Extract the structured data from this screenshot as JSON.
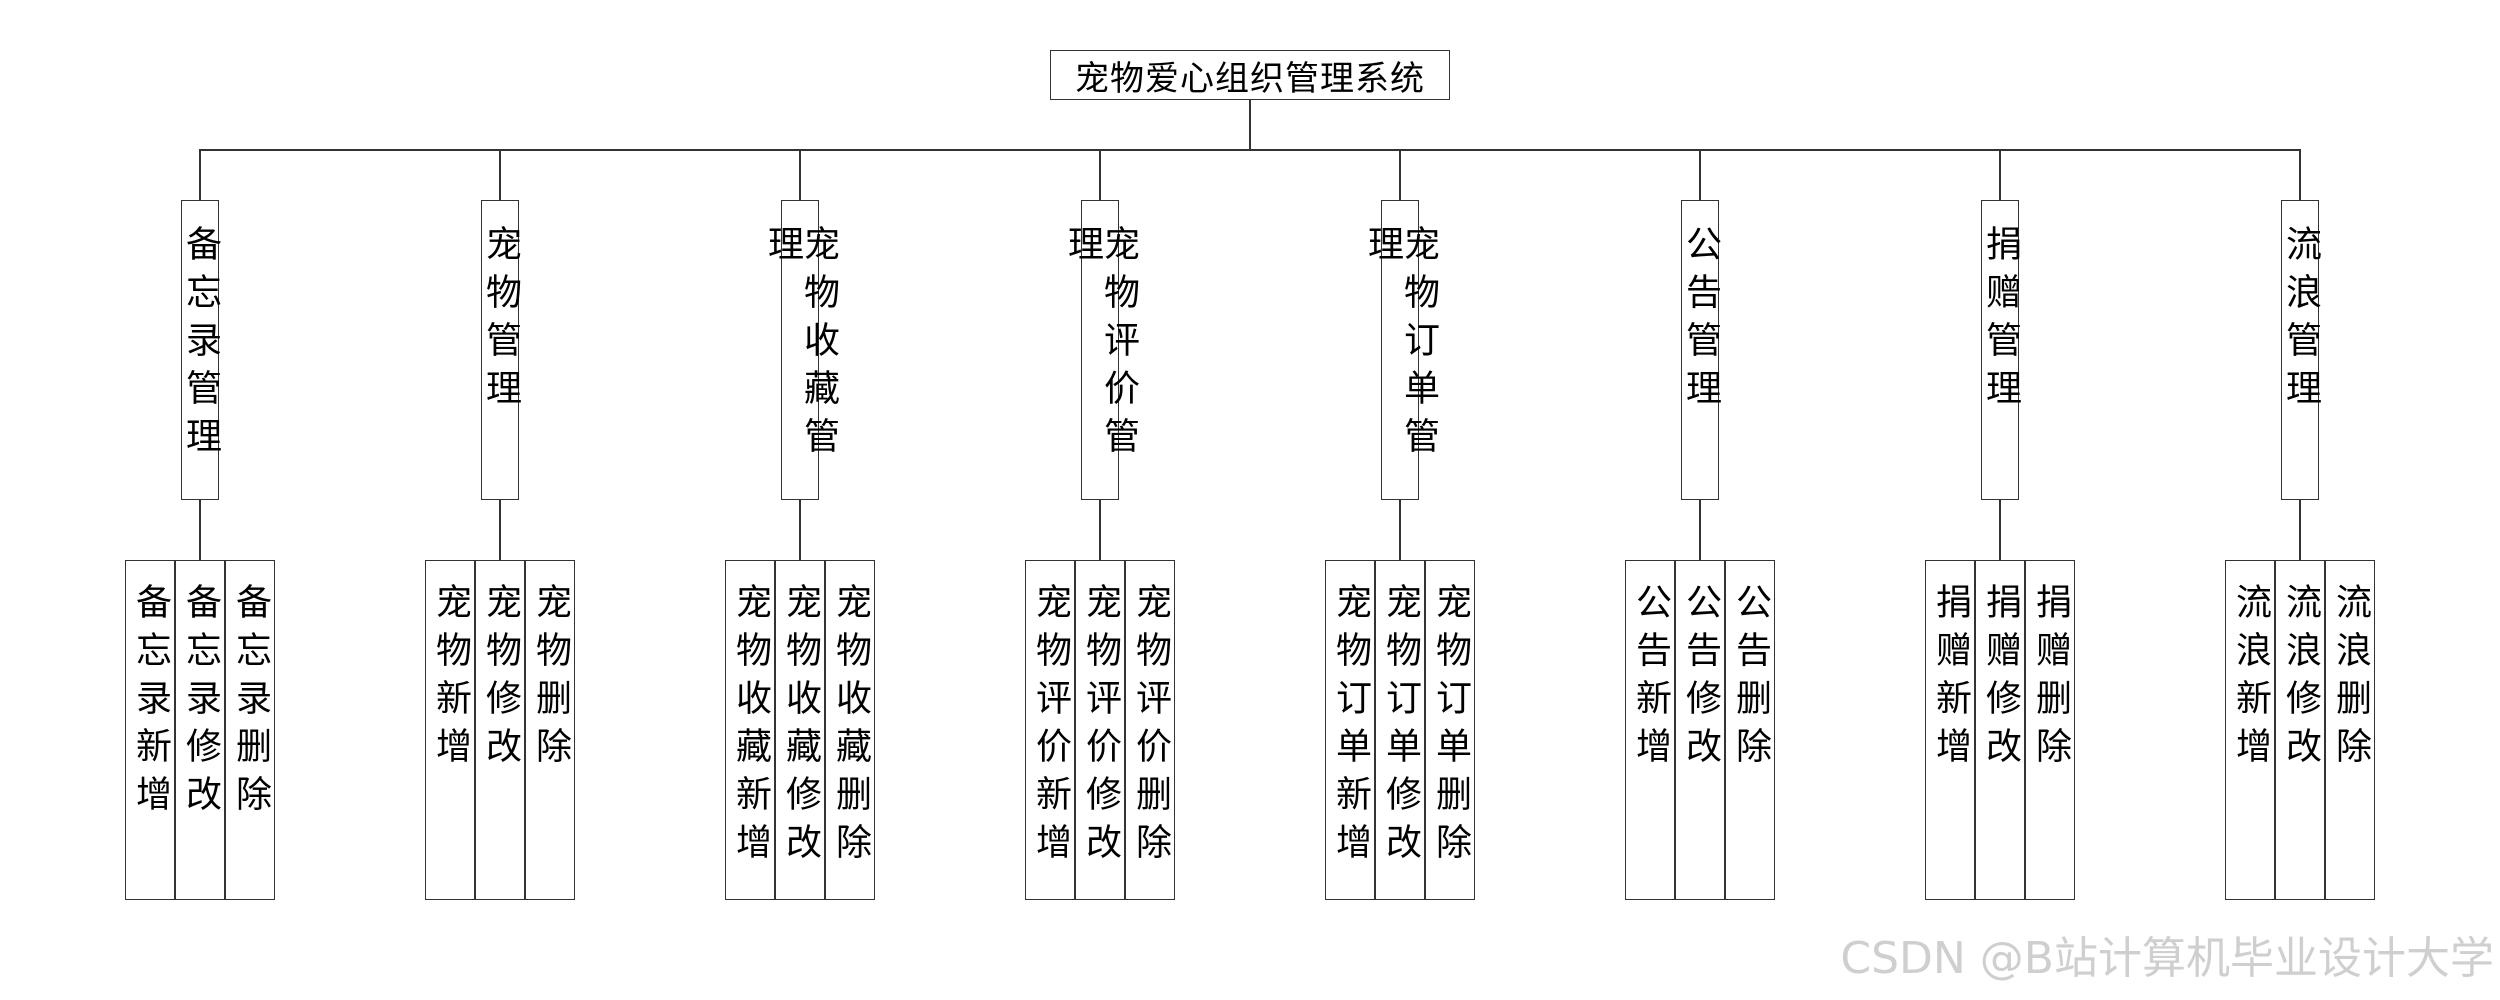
{
  "root": {
    "label": "宠物爱心组织管理系统"
  },
  "modules": [
    {
      "label": "备忘录管理",
      "children": [
        "备忘录新增",
        "备忘录修改",
        "备忘录删除"
      ]
    },
    {
      "label": "宠物管理",
      "children": [
        "宠物新增",
        "宠物修改",
        "宠物删除"
      ]
    },
    {
      "label": "宠物收藏管理",
      "children": [
        "宠物收藏新增",
        "宠物收藏修改",
        "宠物收藏删除"
      ]
    },
    {
      "label": "宠物评价管理",
      "children": [
        "宠物评价新增",
        "宠物评价修改",
        "宠物评价删除"
      ]
    },
    {
      "label": "宠物订单管理",
      "children": [
        "宠物订单新增",
        "宠物订单修改",
        "宠物订单删除"
      ]
    },
    {
      "label": "公告管理",
      "children": [
        "公告新增",
        "公告修改",
        "公告删除"
      ]
    },
    {
      "label": "捐赠管理",
      "children": [
        "捐赠新增",
        "捐赠修改",
        "捐赠删除"
      ]
    },
    {
      "label": "流浪管理",
      "children": [
        "流浪新增",
        "流浪修改",
        "流浪删除"
      ]
    }
  ],
  "watermark": "CSDN @B站计算机毕业设计大学"
}
